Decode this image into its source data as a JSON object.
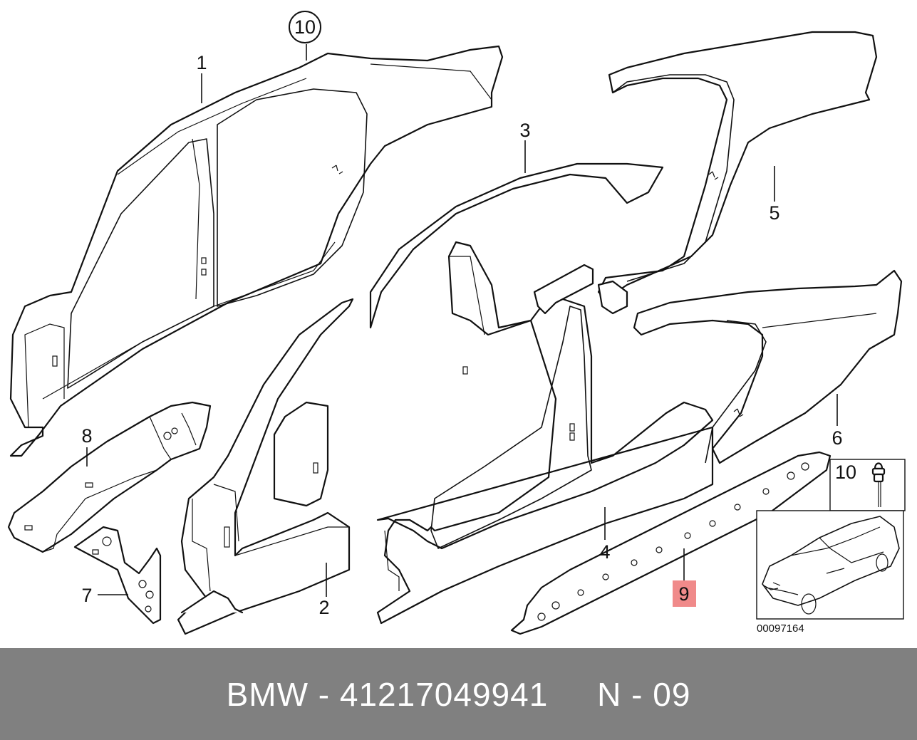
{
  "diagram": {
    "callouts": {
      "c1": "1",
      "c2": "2",
      "c3": "3",
      "c4": "4",
      "c5": "5",
      "c6": "6",
      "c7": "7",
      "c8": "8",
      "c9": "9",
      "c10": "10"
    },
    "inset_part_label": "10",
    "reference_number": "00097164",
    "highlight_color": "#f08a8a"
  },
  "footer": {
    "text": "BMW - 41217049941     N - 09",
    "background_color": "#808080"
  }
}
